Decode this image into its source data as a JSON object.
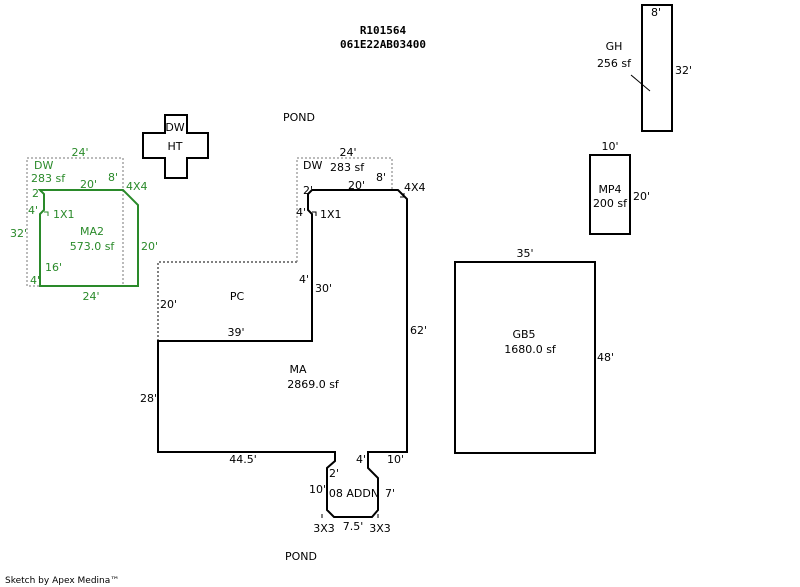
{
  "header": {
    "parcel_id": "R101564",
    "account": "061E22AB03400"
  },
  "footer": {
    "credit": "Sketch by Apex Medina™"
  },
  "labels": {
    "pond_top": "POND",
    "pond_bottom": "POND"
  },
  "dw_ht": {
    "dw": "DW",
    "ht": "HT"
  },
  "gh": {
    "name": "GH",
    "area": "256 sf",
    "top": "8'",
    "side": "32'"
  },
  "mp4": {
    "name": "MP4",
    "area": "200 sf",
    "top": "10'",
    "side": "20'"
  },
  "gb5": {
    "name": "GB5",
    "area": "1680.0 sf",
    "top": "35'",
    "side": "48'"
  },
  "ma2": {
    "dw_name": "DW",
    "dw_area": "283 sf",
    "dw_top": "24'",
    "name": "MA2",
    "area": "573.0 sf",
    "d_2": "2'",
    "d_20top": "20'",
    "d_8": "8'",
    "d_4x4": "4X4",
    "d_4a": "4'",
    "d_1x1": "1X1",
    "d_32": "32'",
    "d_20right": "20'",
    "d_16": "16'",
    "d_4b": "4'",
    "d_24bottom": "24'"
  },
  "ma": {
    "dw_name": "DW",
    "dw_area": "283 sf",
    "dw_top": "24'",
    "name": "MA",
    "area": "2869.0 sf",
    "d_2": "2'",
    "d_20": "20'",
    "d_8": "8'",
    "d_4x4": "4X4",
    "d_4a": "4'",
    "d_1x1": "1X1",
    "d_4b": "4'",
    "d_30": "30'",
    "d_62": "62'",
    "d_39": "39'",
    "d_28": "28'",
    "d_445": "44.5'",
    "d_4c": "4'",
    "d_10r": "10'"
  },
  "pc": {
    "name": "PC",
    "side": "20'"
  },
  "addn": {
    "name": "08 ADDN",
    "d_2": "2'",
    "d_10": "10'",
    "d_7": "7'",
    "d_3x3a": "3X3",
    "d_75": "7.5'",
    "d_3x3b": "3X3"
  }
}
